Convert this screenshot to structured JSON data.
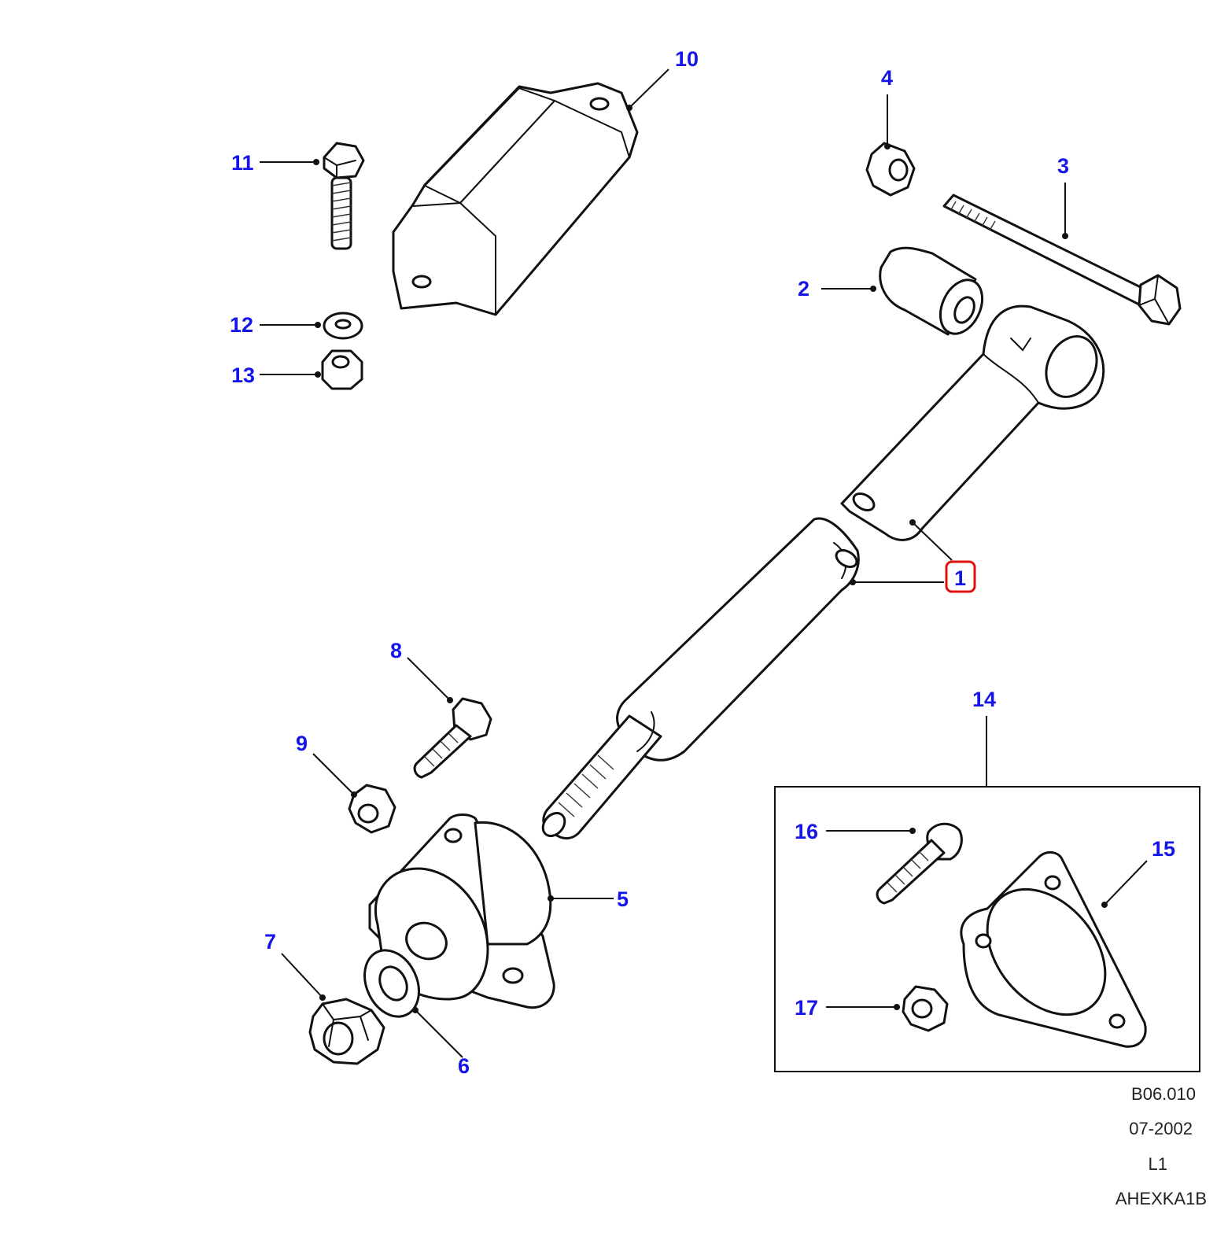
{
  "diagram": {
    "callouts": [
      {
        "id": "c1",
        "label": "1"
      },
      {
        "id": "c2",
        "label": "2"
      },
      {
        "id": "c3",
        "label": "3"
      },
      {
        "id": "c4",
        "label": "4"
      },
      {
        "id": "c5",
        "label": "5"
      },
      {
        "id": "c6",
        "label": "6"
      },
      {
        "id": "c7",
        "label": "7"
      },
      {
        "id": "c8",
        "label": "8"
      },
      {
        "id": "c9",
        "label": "9"
      },
      {
        "id": "c10",
        "label": "10"
      },
      {
        "id": "c11",
        "label": "11"
      },
      {
        "id": "c12",
        "label": "12"
      },
      {
        "id": "c13",
        "label": "13"
      },
      {
        "id": "c14",
        "label": "14"
      },
      {
        "id": "c15",
        "label": "15"
      },
      {
        "id": "c16",
        "label": "16"
      },
      {
        "id": "c17",
        "label": "17"
      }
    ],
    "highlighted_callout": "1",
    "reference": {
      "code": "B06.010",
      "date": "07-2002",
      "level": "L1",
      "catalog_id": "AHEXKA1B"
    },
    "colors": {
      "callout_text": "#1515e8",
      "highlight": "#e01010",
      "line": "#111111"
    }
  }
}
